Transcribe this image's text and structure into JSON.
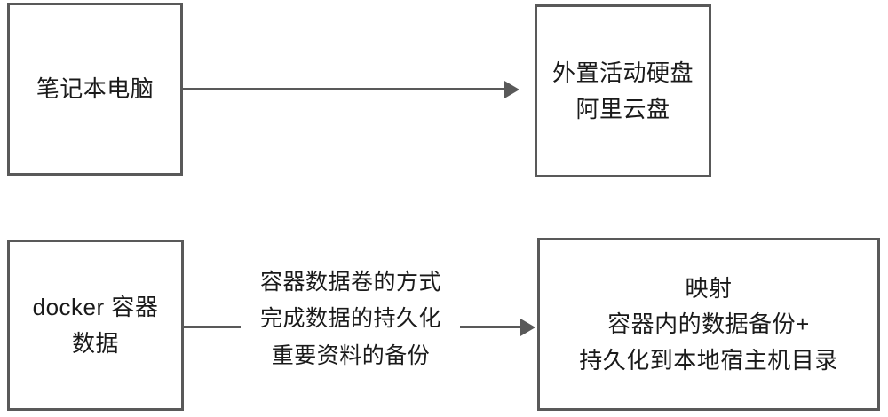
{
  "diagram": {
    "title": "docker data backup flow diagram",
    "stroke_color": "#595959",
    "text_color": "#1a1a1a",
    "background": "#ffffff",
    "nodes": [
      {
        "id": "laptop",
        "lines": [
          "笔记本电脑"
        ]
      },
      {
        "id": "external-storage",
        "lines": [
          "外置活动硬盘",
          "阿里云盘"
        ]
      },
      {
        "id": "docker-data",
        "lines": [
          "docker 容器",
          "数据"
        ]
      },
      {
        "id": "mapping",
        "lines": [
          "映射",
          "容器内的数据备份+",
          "持久化到本地宿主机目录"
        ]
      }
    ],
    "edges": [
      {
        "id": "laptop-to-external",
        "from": "laptop",
        "to": "external-storage",
        "label_lines": []
      },
      {
        "id": "docker-to-mapping",
        "from": "docker-data",
        "to": "mapping",
        "label_lines": [
          "容器数据卷的方式",
          "完成数据的持久化",
          "重要资料的备份"
        ]
      }
    ]
  }
}
